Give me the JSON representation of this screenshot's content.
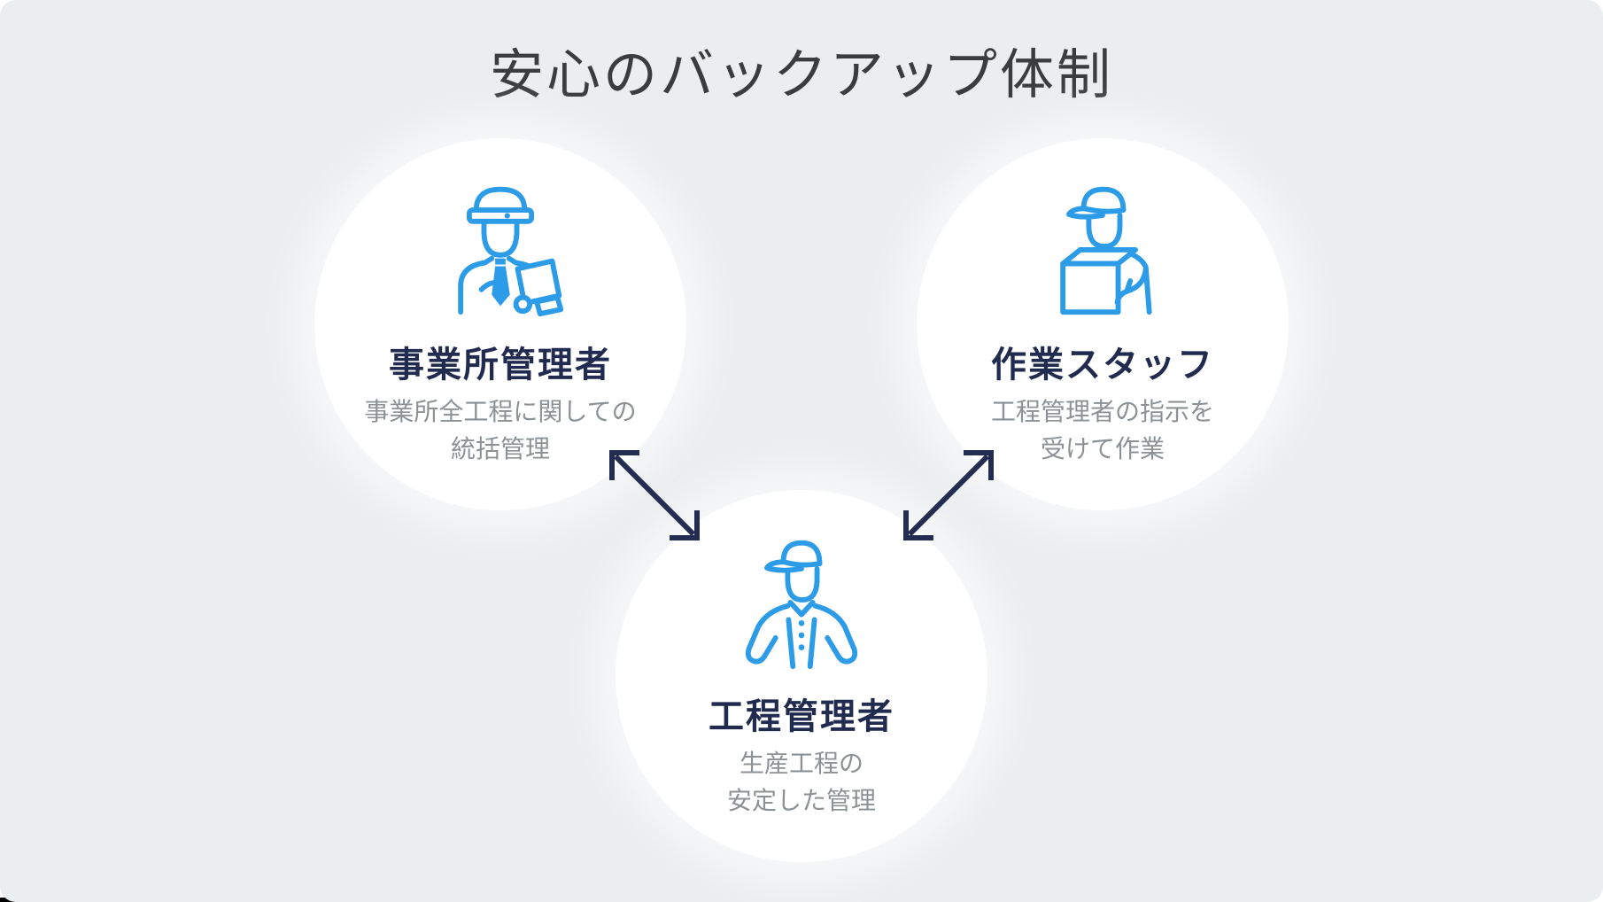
{
  "title": "安心のバックアップ体制",
  "nodes": [
    {
      "id": "office-manager",
      "icon": "helmet-manager-icon",
      "title": "事業所管理者",
      "desc_line1": "事業所全工程に関しての",
      "desc_line2": "統括管理"
    },
    {
      "id": "work-staff",
      "icon": "staff-with-box-icon",
      "title": "作業スタッフ",
      "desc_line1": "工程管理者の指示を",
      "desc_line2": "受けて作業"
    },
    {
      "id": "process-manager",
      "icon": "capped-worker-icon",
      "title": "工程管理者",
      "desc_line1": "生産工程の",
      "desc_line2": "安定した管理"
    }
  ],
  "connections": [
    {
      "from": "工程管理者",
      "to": "事業所管理者",
      "type": "bidirectional"
    },
    {
      "from": "工程管理者",
      "to": "作業スタッフ",
      "type": "bidirectional"
    }
  ],
  "colors": {
    "background": "#ebeef0",
    "circle_fill": "#ffffff",
    "icon_blue": "#2d9ce8",
    "heading_navy": "#212b50",
    "description_gray": "#8c9196",
    "title_gray": "#3a3c3f",
    "arrow_navy": "#232d52"
  }
}
